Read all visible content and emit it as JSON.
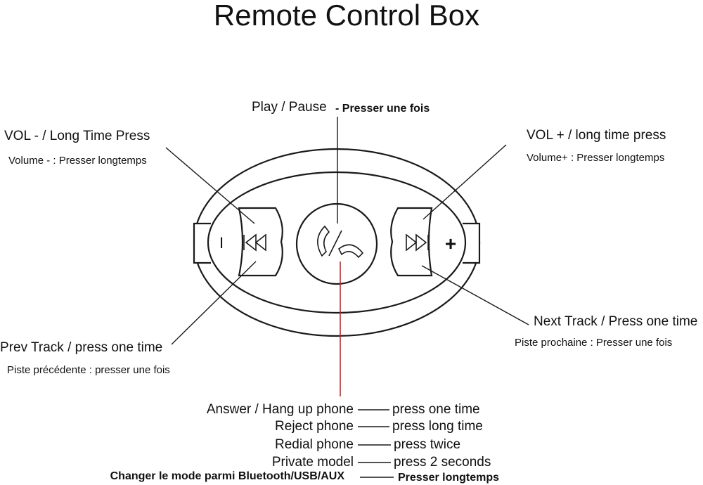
{
  "title": "Remote Control Box",
  "center_button": {
    "label": "Play / Pause",
    "note": "- Presser une fois",
    "icon": "phone-answer-hangup-icon"
  },
  "vol_minus": {
    "label": "VOL - / Long Time Press",
    "note": "Volume - : Presser longtemps",
    "side_mark": "I"
  },
  "vol_plus": {
    "label": "VOL + / long time press",
    "note": "Volume+ : Presser longtemps",
    "side_mark": "+"
  },
  "prev_track": {
    "label": "Prev Track / press one time",
    "note": "Piste précédente : presser une fois",
    "icon": "skip-back-icon"
  },
  "next_track": {
    "label": "Next Track / Press one time",
    "note": "Piste prochaine : Presser une fois",
    "icon": "skip-forward-icon"
  },
  "phone_functions": [
    {
      "action": "Answer / Hang up phone",
      "press": "press one time"
    },
    {
      "action": "Reject phone",
      "press": "press long time"
    },
    {
      "action": "Redial phone",
      "press": "press twice"
    },
    {
      "action": "Private model",
      "press": "press 2 seconds"
    }
  ],
  "mode_switch": {
    "action": "Changer le mode parmi Bluetooth/USB/AUX",
    "press": "Presser longtemps"
  },
  "colors": {
    "ink": "#1a1a1a",
    "pointer_red": "#b03030"
  }
}
